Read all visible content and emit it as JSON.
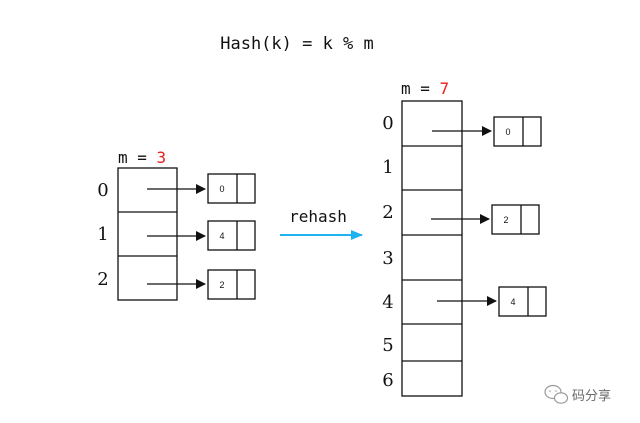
{
  "formula": "Hash(k) = k % m",
  "left_table": {
    "m_prefix": "m = ",
    "m_value": "3",
    "indices": [
      "0",
      "1",
      "2"
    ],
    "nodes": [
      "0",
      "4",
      "2"
    ]
  },
  "transition": {
    "label": "rehash",
    "arrow_color": "#1fb2f0"
  },
  "right_table": {
    "m_prefix": "m = ",
    "m_value": "7",
    "indices": [
      "0",
      "1",
      "2",
      "3",
      "4",
      "5",
      "6"
    ],
    "nodes": [
      "0",
      "2",
      "4"
    ]
  },
  "colors": {
    "accent_red": "#e8201a",
    "ink": "#111111"
  },
  "watermark": {
    "text": "码分享",
    "icon": "wechat-icon"
  }
}
